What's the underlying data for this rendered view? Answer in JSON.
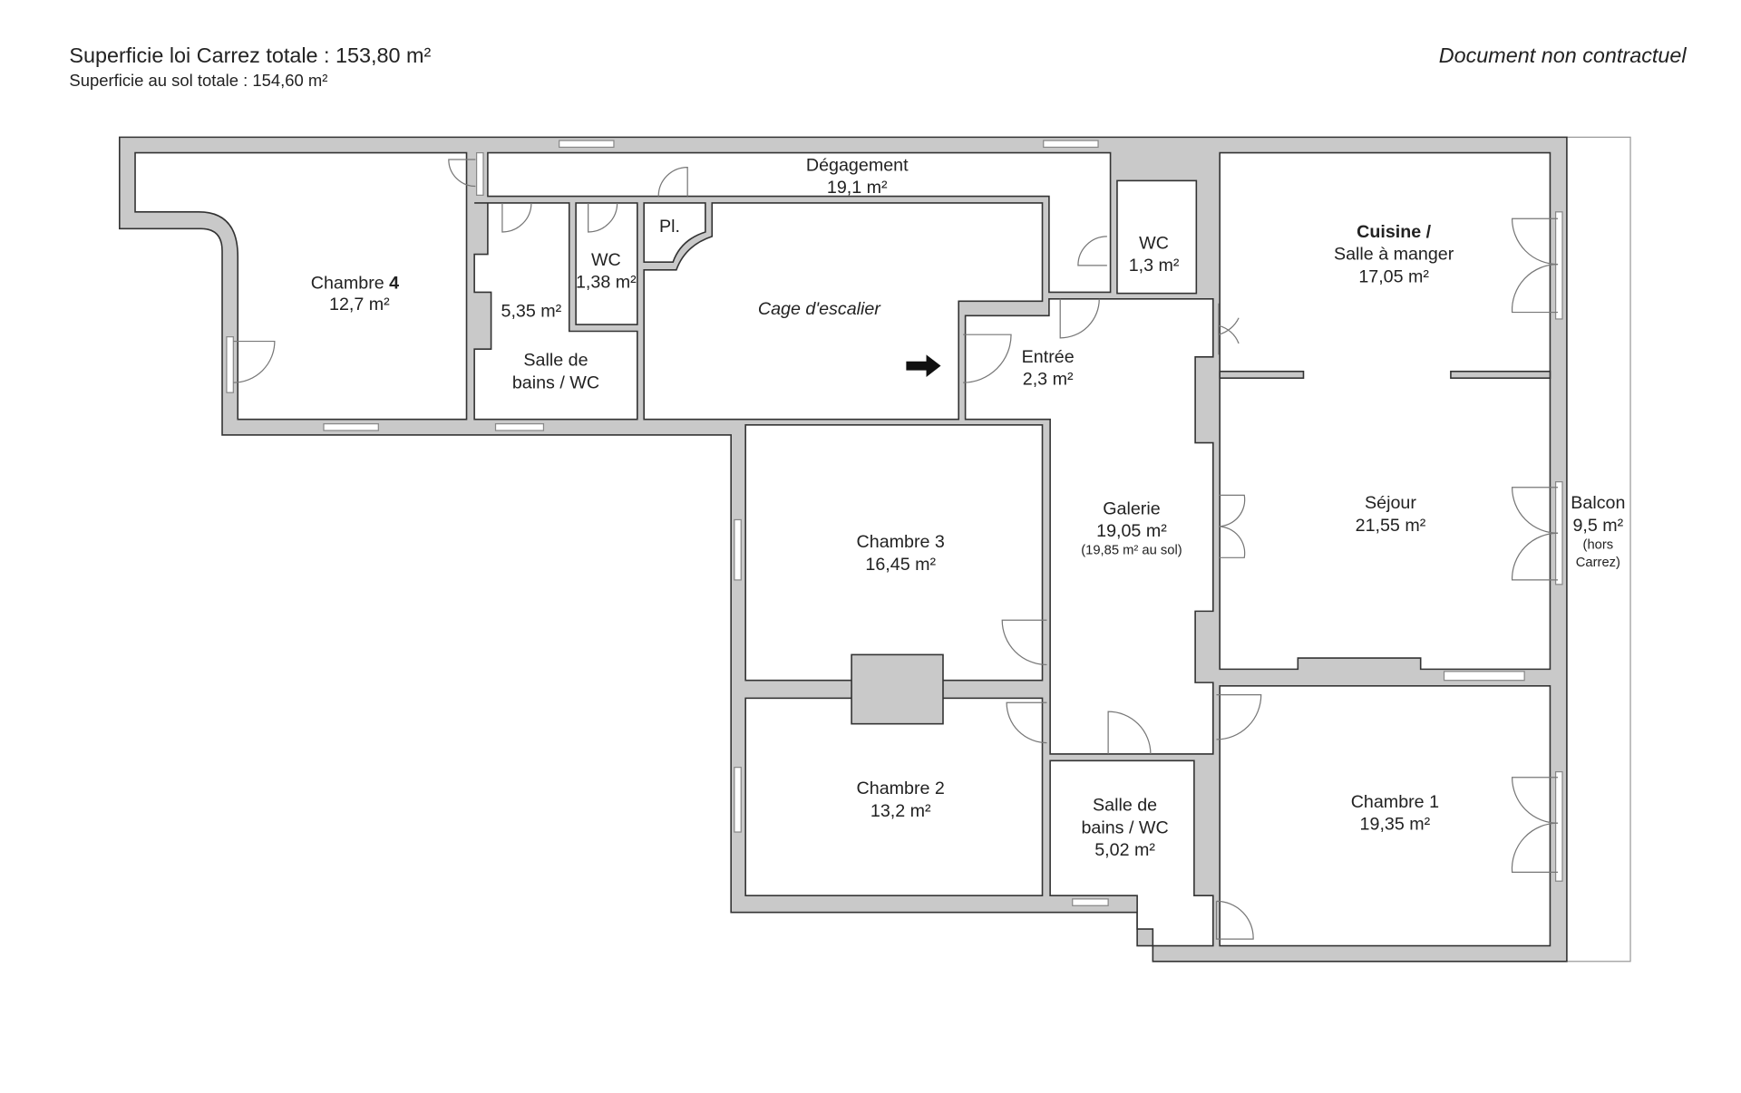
{
  "header": {
    "carrez_total": "Superficie loi Carrez totale :  153,80 m²",
    "sol_total": "Superficie au sol totale :  154,60 m²",
    "disclaimer": "Document non contractuel"
  },
  "rooms": {
    "chambre4": {
      "name": "Chambre ",
      "name_bold": "4",
      "area": "12,7 m²"
    },
    "degagement": {
      "name": "Dégagement",
      "area": "19,1 m²"
    },
    "sdb1": {
      "area": "5,35 m²",
      "name1": "Salle de",
      "name2": "bains / WC"
    },
    "wc1": {
      "name": "WC",
      "area": "1,38 m²"
    },
    "placard": {
      "name": "Pl."
    },
    "cage": {
      "name": "Cage d'escalier"
    },
    "wc2": {
      "name": "WC",
      "area": "1,3 m²"
    },
    "cuisine": {
      "name1": "Cuisine /",
      "name2": "Salle à manger",
      "area": "17,05 m²"
    },
    "entree": {
      "name": "Entrée",
      "area": "2,3 m²"
    },
    "galerie": {
      "name": "Galerie",
      "area": "19,05 m²",
      "note": "(19,85 m² au sol)"
    },
    "sejour": {
      "name": "Séjour",
      "area": "21,55 m²"
    },
    "balcon": {
      "name": "Balcon",
      "area": "9,5 m²",
      "note1": "(hors",
      "note2": "Carrez)"
    },
    "chambre3": {
      "name": "Chambre 3",
      "area": "16,45 m²"
    },
    "chambre2": {
      "name": "Chambre 2",
      "area": "13,2 m²"
    },
    "sdb2": {
      "name1": "Salle de",
      "name2": "bains / WC",
      "area": "5,02 m²"
    },
    "chambre1": {
      "name": "Chambre 1",
      "area": "19,35 m²"
    }
  },
  "colors": {
    "wall": "#c9c9c9",
    "outline": "#333333"
  }
}
